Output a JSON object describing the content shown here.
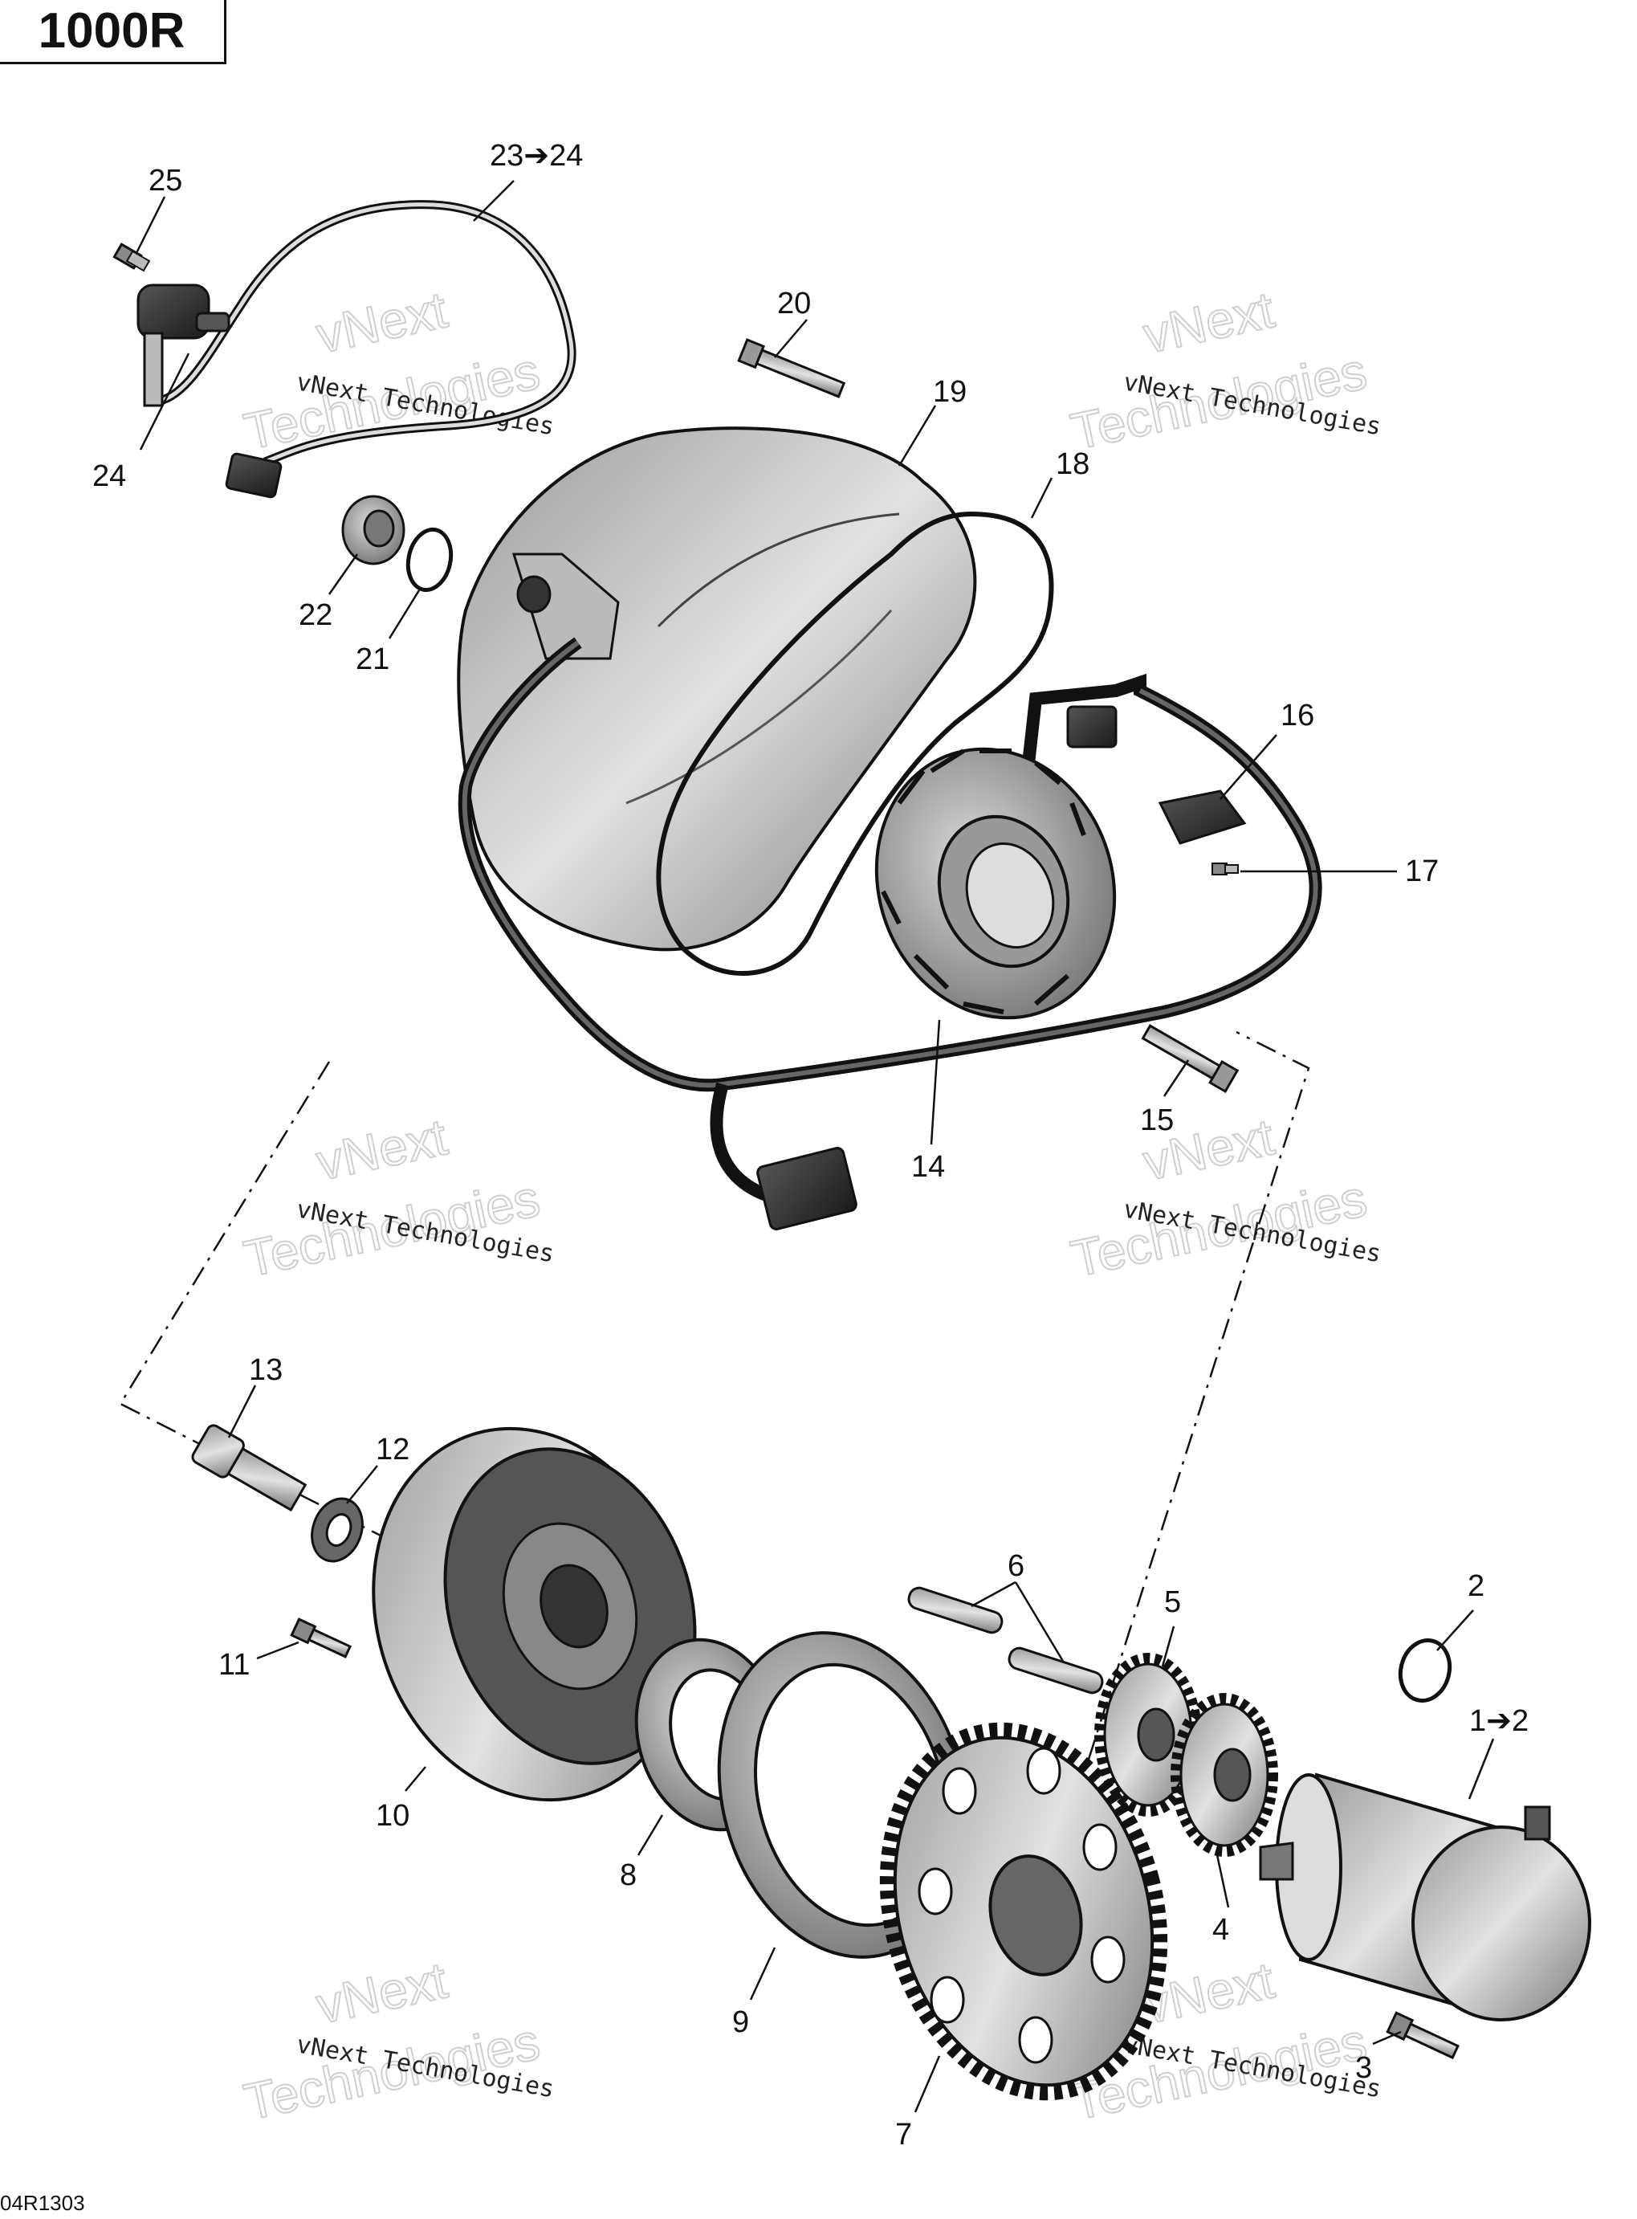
{
  "header": {
    "model": "1000R"
  },
  "footer": {
    "code": "04R1303"
  },
  "watermark": {
    "line1": "vNext Technologies",
    "line2": "vNext",
    "line3": "Technologies"
  },
  "callouts": [
    {
      "id": "25",
      "text": "25"
    },
    {
      "id": "23-24",
      "text": "23➔24"
    },
    {
      "id": "24",
      "text": "24"
    },
    {
      "id": "20",
      "text": "20"
    },
    {
      "id": "19",
      "text": "19"
    },
    {
      "id": "18",
      "text": "18"
    },
    {
      "id": "22",
      "text": "22"
    },
    {
      "id": "21",
      "text": "21"
    },
    {
      "id": "16",
      "text": "16"
    },
    {
      "id": "17",
      "text": "17"
    },
    {
      "id": "15",
      "text": "15"
    },
    {
      "id": "14",
      "text": "14"
    },
    {
      "id": "13",
      "text": "13"
    },
    {
      "id": "12",
      "text": "12"
    },
    {
      "id": "11",
      "text": "11"
    },
    {
      "id": "10",
      "text": "10"
    },
    {
      "id": "6",
      "text": "6"
    },
    {
      "id": "5",
      "text": "5"
    },
    {
      "id": "2",
      "text": "2"
    },
    {
      "id": "1-2",
      "text": "1➔2"
    },
    {
      "id": "8",
      "text": "8"
    },
    {
      "id": "9",
      "text": "9"
    },
    {
      "id": "4",
      "text": "4"
    },
    {
      "id": "3",
      "text": "3"
    },
    {
      "id": "7",
      "text": "7"
    }
  ]
}
